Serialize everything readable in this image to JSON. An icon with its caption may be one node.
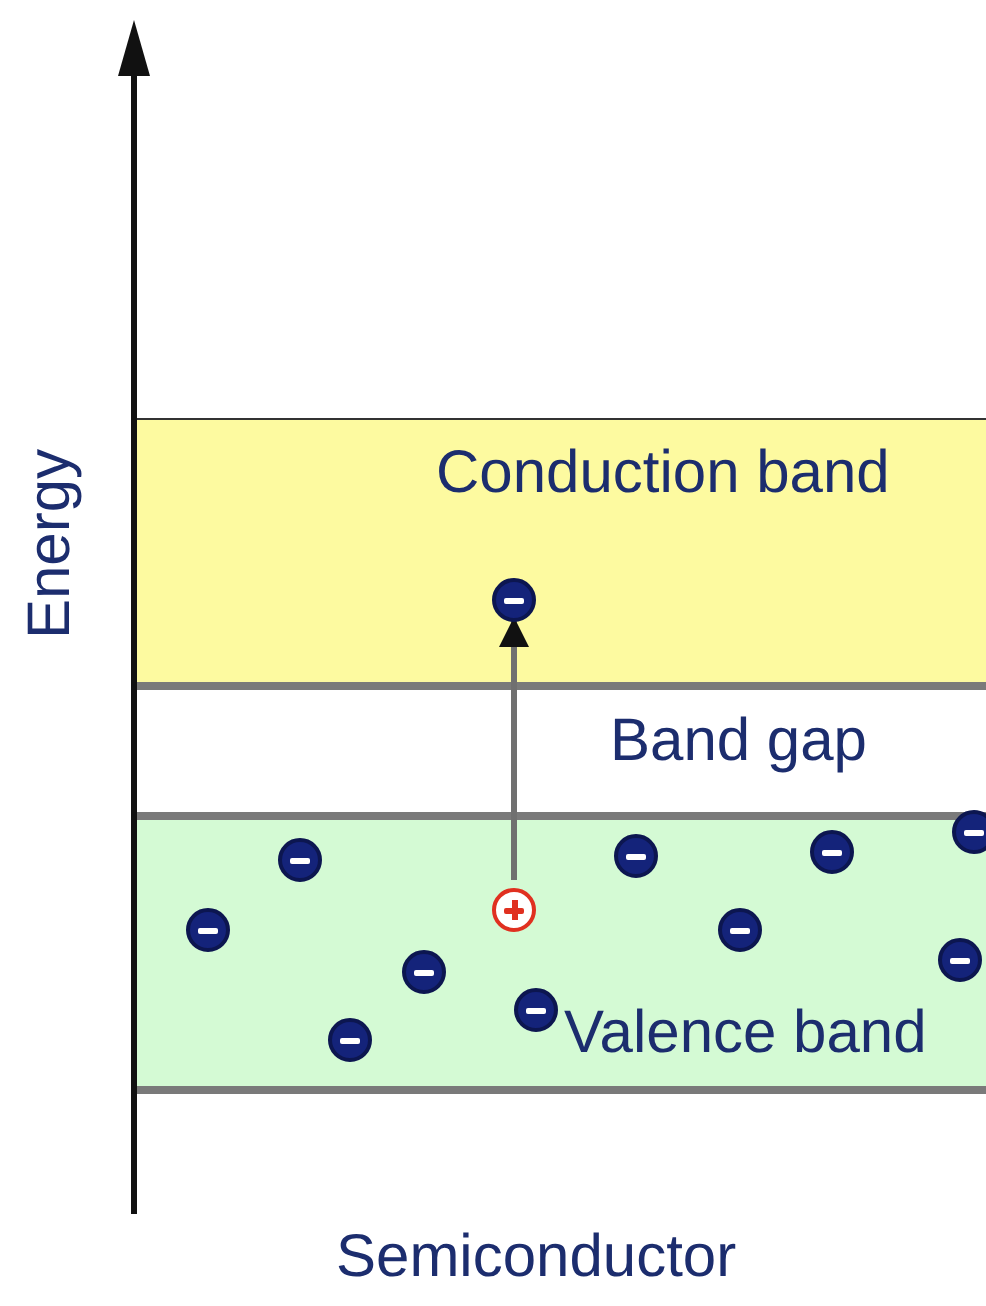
{
  "diagram": {
    "nodes": [
      {
        "text": [
          "Conduction band"
        ]
      },
      {
        "text": [],
        "shape": "circle",
        "in": 0
      },
      {
        "text": [
          "Valence band"
        ]
      },
      {
        "text": [],
        "shape": "circle",
        "in": 2
      }
    ],
    "edges": [
      {
        "from": 3,
        "to": 1,
        "arrow": "to"
      }
    ],
    "labels": [
      "Energy",
      "Band gap",
      "Semiconductor"
    ]
  }
}
